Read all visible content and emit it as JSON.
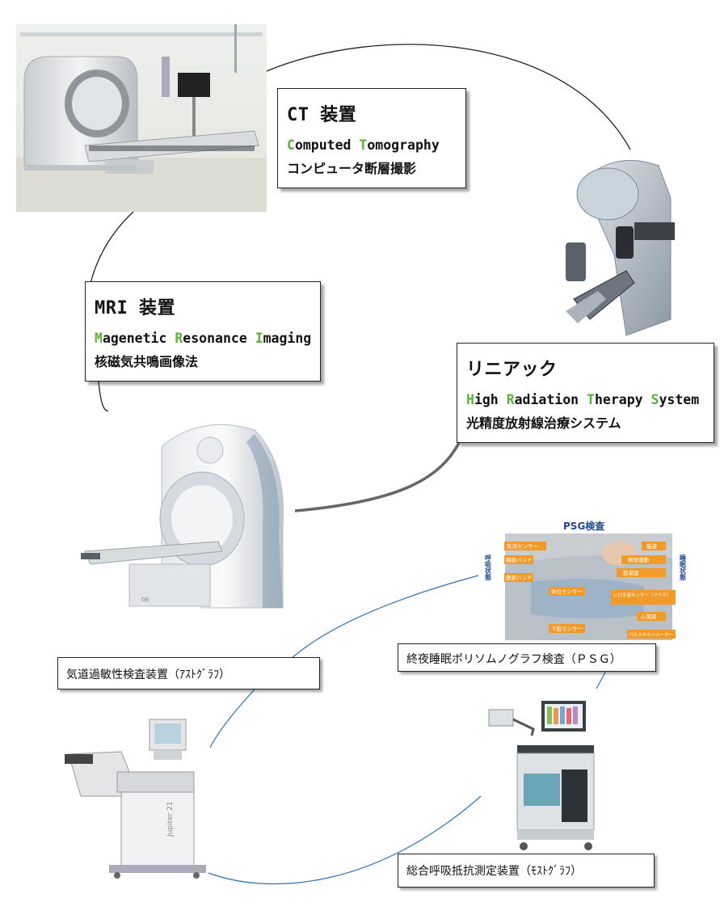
{
  "ct": {
    "title": "CT 装置",
    "en": [
      "C",
      "omputed ",
      "T",
      "omography"
    ],
    "jp": "コンピュータ断層撮影"
  },
  "mri": {
    "title": "MRI 装置",
    "en": [
      "M",
      "agenetic ",
      "R",
      "esonance ",
      "I",
      "maging"
    ],
    "jp": "核磁気共鳴画像法"
  },
  "linac": {
    "title": "リニアック",
    "en": [
      "H",
      "igh ",
      "R",
      "adiation ",
      "T",
      "herapy ",
      "S",
      "ystem"
    ],
    "jp": "光精度放射線治療システム"
  },
  "psg_figure": {
    "title": "PSG検査",
    "left_vertical": "呼吸状態",
    "right_vertical": "睡眠状態",
    "tags": [
      "気流センサー",
      "胸部バンド",
      "腹部バンド",
      "体位センサー",
      "下肢センサー",
      "脳波",
      "眼球運動",
      "筋電図",
      "いびき音センサー（マイク）",
      "心電図",
      "パルスオキシメーター"
    ]
  },
  "labels": {
    "astograph": "気道過敏性検査装置（ｱｽﾄｸﾞﾗﾌ）",
    "psg": "終夜睡眠ポリソムノグラフ検査（ＰＳＧ）",
    "mostograph": "総合呼吸抵抗測定装置（ﾓｽﾄｸﾞﾗﾌ）"
  },
  "device_text": {
    "jupiter": "Jupiter 21"
  },
  "colors": {
    "accent_green": "#59b238",
    "connector_black": "#222222",
    "connector_blue": "#2f72b8",
    "psg_orange": "#f29a28",
    "psg_title_blue": "#1e4a96"
  }
}
